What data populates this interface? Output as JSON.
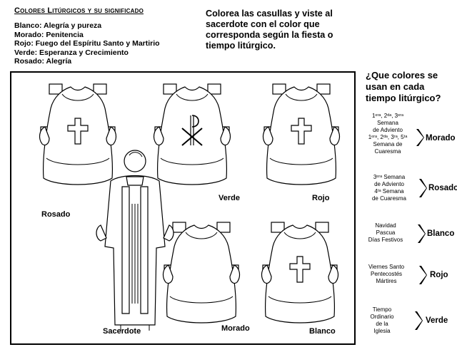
{
  "title": "Colores Litúrgicos y su significado",
  "legend": [
    "Blanco: Alegría y pureza",
    "Morado: Penitencia",
    "Rojo: Fuego del Espíritu Santo y Martirio",
    "Verde: Esperanza y Crecimiento",
    "Rosado: Alegría"
  ],
  "instructions": "Colorea las casullas y viste al sacerdote con el color que corresponda según la fiesta o tiempo litúrgico.",
  "question": "¿Que colores se usan en cada tiempo litúrgico?",
  "figure_labels": {
    "rosado": "Rosado",
    "verde": "Verde",
    "rojo": "Rojo",
    "sacerdote": "Sacerdote",
    "morado": "Morado",
    "blanco": "Blanco"
  },
  "seasons": [
    {
      "lines": [
        "1ᵉʳᵃ, 2ᵈᵃ, 3ᵉʳᵃ",
        "Semana",
        "de Adviento",
        "1ᵉʳᵃ, 2ᵈᵃ, 3ʳᵃ, 5ᵗᵃ",
        "Semana de",
        "Cuaresma"
      ],
      "color": "Morado"
    },
    {
      "lines": [
        "3ᵉʳᵃ Semana",
        "de Adviento",
        "4ᵗᵃ Semana",
        "de Cuaresma"
      ],
      "color": "Rosado"
    },
    {
      "lines": [
        "Navidad",
        "Pascua",
        "Días Festivos"
      ],
      "color": "Blanco"
    },
    {
      "lines": [
        "Viernes Santo",
        "Pentecostés",
        "Mártires"
      ],
      "color": "Rojo"
    },
    {
      "lines": [
        "Tiempo",
        "Ordinario",
        "de la",
        "Iglesia"
      ],
      "color": "Verde"
    }
  ]
}
